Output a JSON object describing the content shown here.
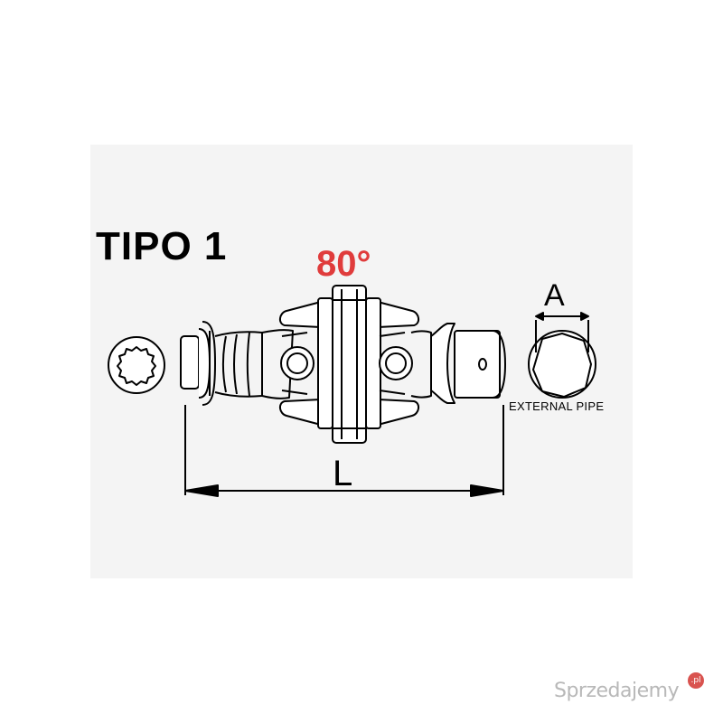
{
  "diagram": {
    "title": "TIPO 1",
    "angle_label": "80°",
    "length_label": "L",
    "diameter_label": "A",
    "pipe_label": "EXTERNAL PIPE",
    "angle_color": "#e03c3c"
  },
  "watermark": {
    "text": "Sprzedajemy",
    "badge": ".pl"
  },
  "icons": [
    "spline-profile-icon",
    "wide-angle-joint-icon",
    "external-pipe-profile-icon",
    "dimension-arrow-icon"
  ]
}
